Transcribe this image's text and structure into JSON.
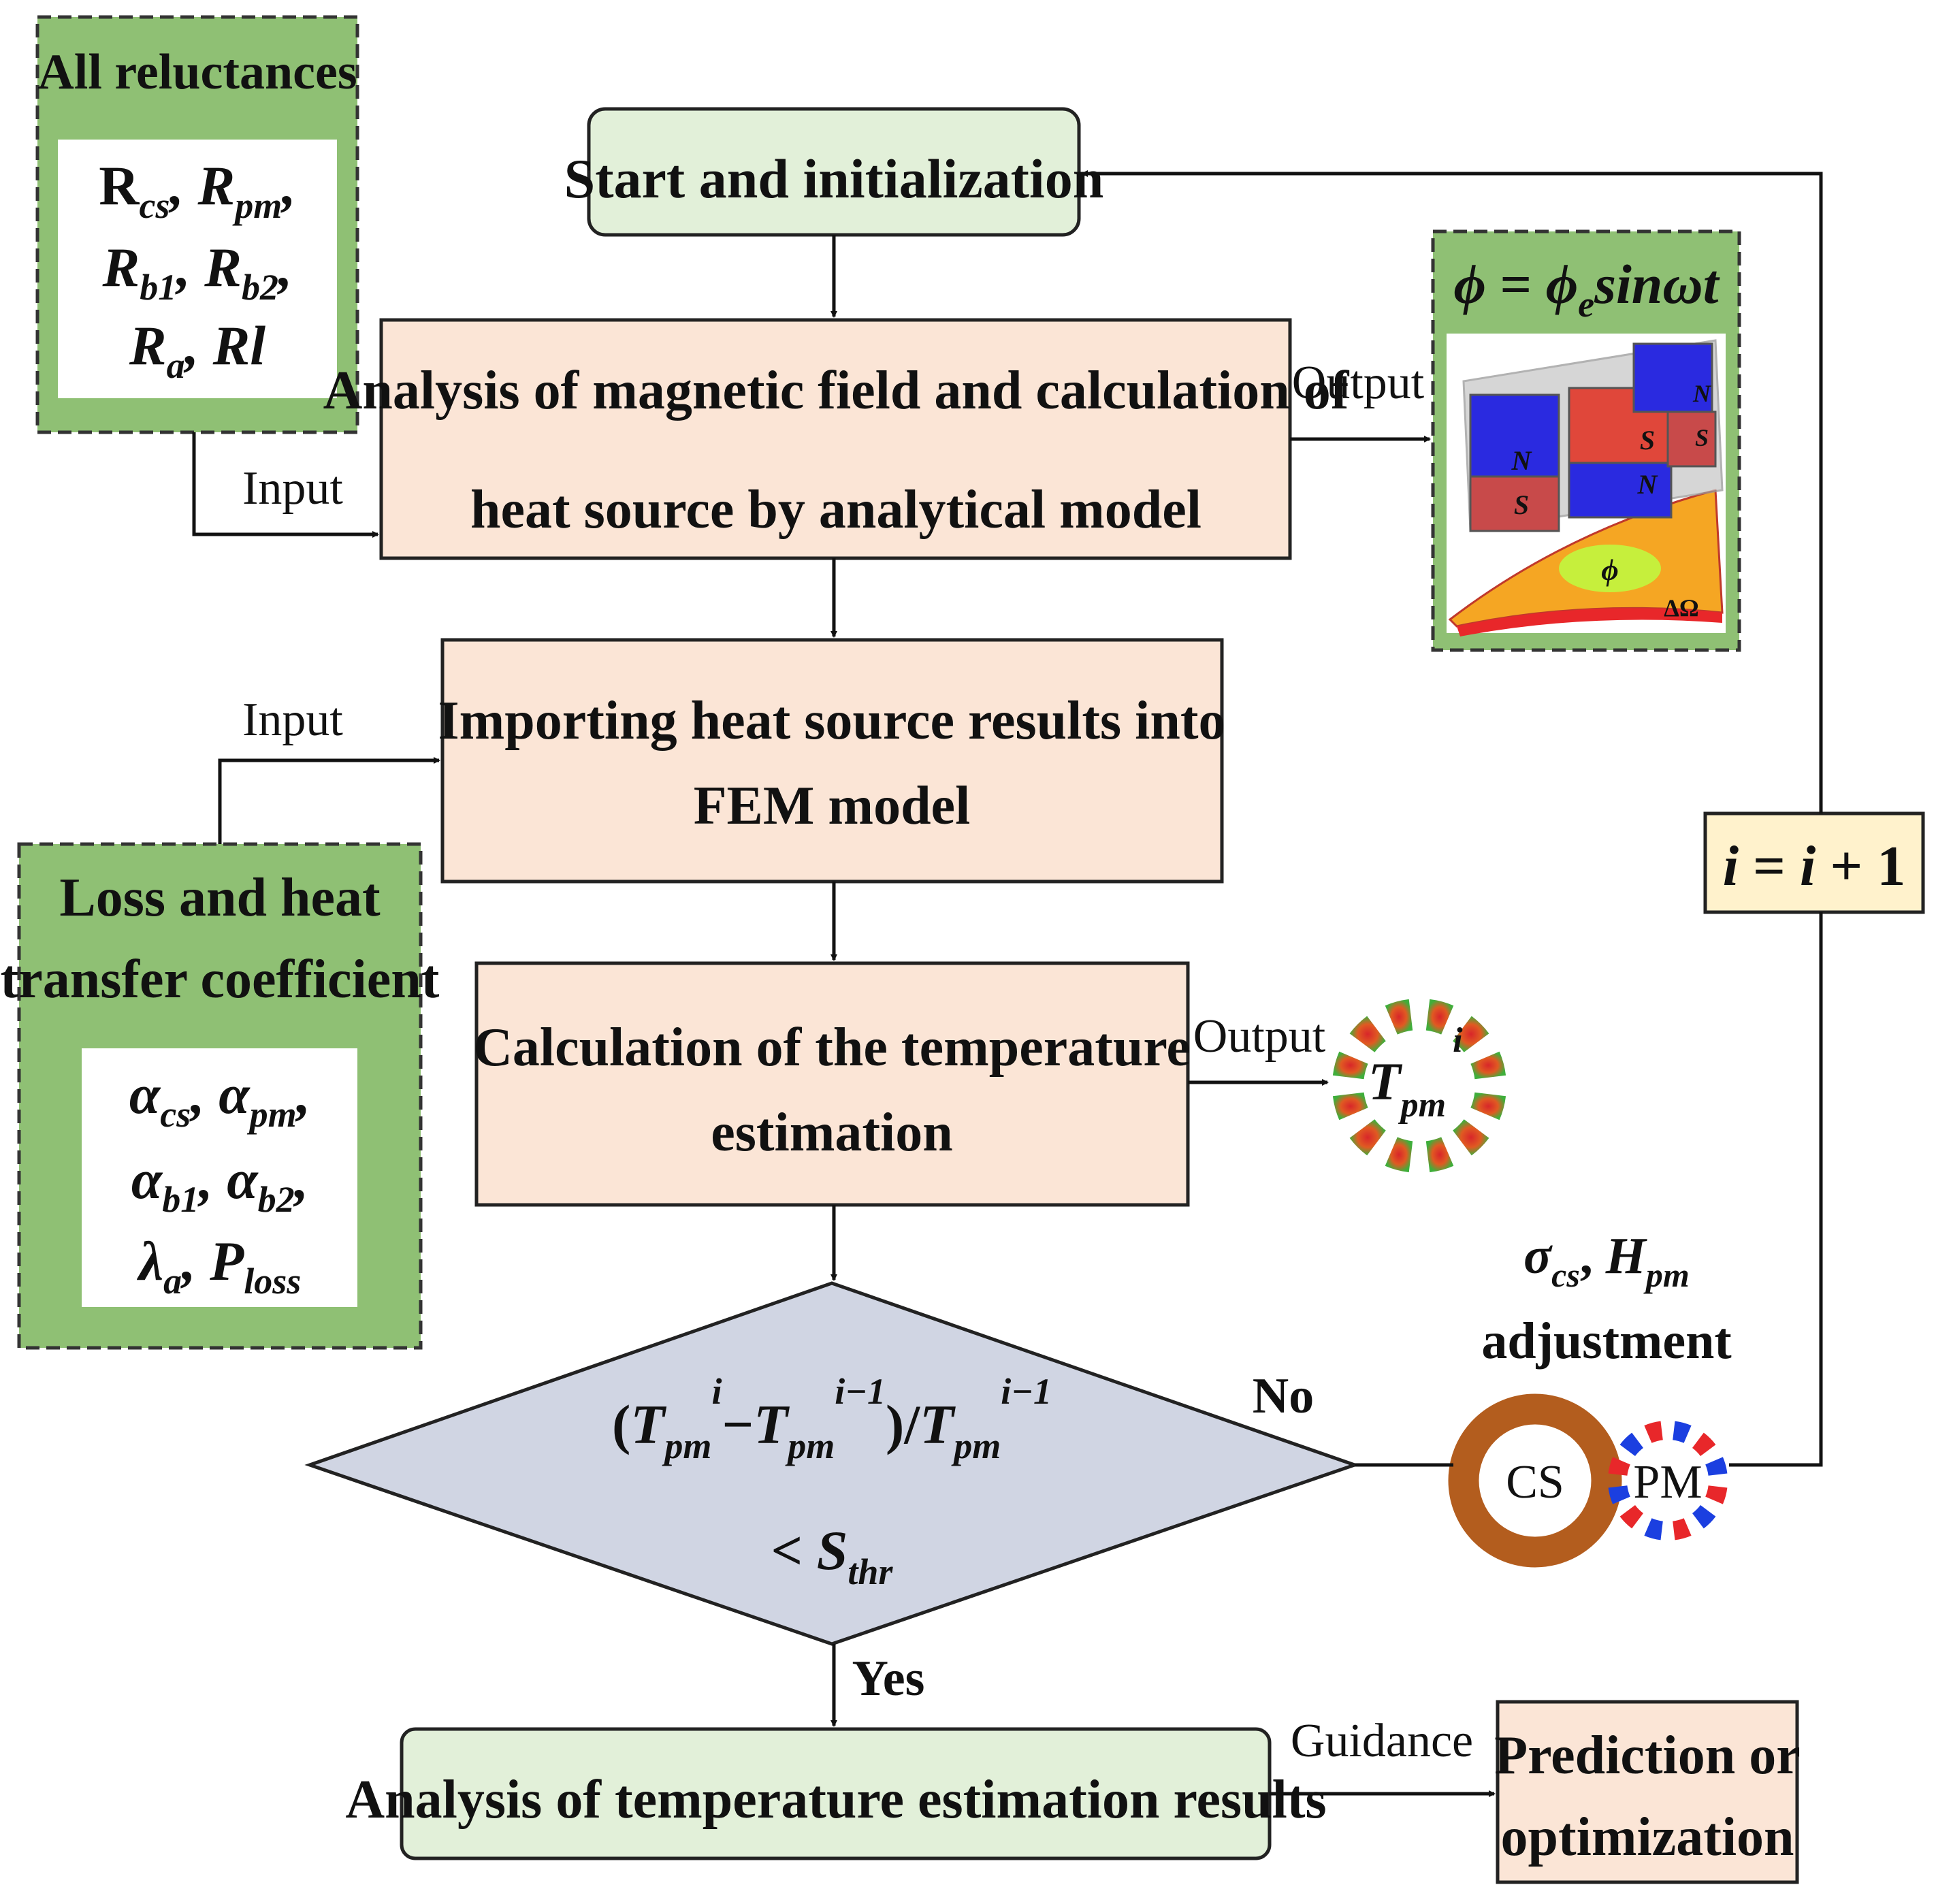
{
  "reluctances": {
    "title": "All reluctances",
    "l1_R": "R",
    "l1_R_sub": "cs",
    "l1_rest": ", ",
    "l1_R2": "R",
    "l1_R2_sub": "pm",
    "l1_end": ",",
    "l2_R": "R",
    "l2_R_sub": "b1",
    "l2_mid": ", ",
    "l2_R2": "R",
    "l2_R2_sub": "b2",
    "l2_end": ",",
    "l3_R": "R",
    "l3_R_sub": "a",
    "l3_mid": ", ",
    "l3_end": "Rl"
  },
  "start_box": "Start and initialization",
  "analysis_box": {
    "line1": "Analysis of magnetic field and calculation of",
    "line2": "heat source by analytical model"
  },
  "importing_box": {
    "line1": "Importing heat source results into",
    "line2": "FEM model"
  },
  "calc_box": {
    "line1": "Calculation of the temperature",
    "line2": "estimation"
  },
  "results_box": "Analysis of temperature estimation results",
  "prediction_box": {
    "line1": "Prediction or",
    "line2": "optimization"
  },
  "loss_box": {
    "title1": "Loss and heat",
    "title2": "transfer coefficient",
    "l1_a": "α",
    "l1_a_sub": "cs",
    "l1_mid": ", ",
    "l1_b": "α",
    "l1_b_sub": "pm",
    "l1_end": ",",
    "l2_a": "α",
    "l2_a_sub": "b1",
    "l2_mid": ", ",
    "l2_b": "α",
    "l2_b_sub": "b2",
    "l2_end": ",",
    "l3_a": "λ",
    "l3_a_sub": "a",
    "l3_mid": ", ",
    "l3_b": "P",
    "l3_b_sub": "loss"
  },
  "flux_box": {
    "eq_phi": "ϕ",
    "eq_eq": " = ",
    "eq_phie": "ϕ",
    "eq_phie_sub": "e",
    "eq_rest": "sinωt",
    "label_N1": "N",
    "label_S1": "S",
    "label_S2": "S",
    "label_N2": "N",
    "label_N3": "N",
    "label_S3": "S",
    "label_phi": "ϕ",
    "label_domega": "ΔΩ"
  },
  "temp_label": {
    "T": "T",
    "sub": "pm",
    "sup": "i"
  },
  "diamond": {
    "l1_open": "(",
    "T1": "T",
    "T1_sub": "pm",
    "T1_sup": "i",
    "minus": "−",
    "T2": "T",
    "T2_sub": "pm",
    "T2_sup": "i−1",
    "close": ")/",
    "T3": "T",
    "T3_sub": "pm",
    "T3_sup": "i−1",
    "l2_lt": "< ",
    "S": "S",
    "S_sub": "thr"
  },
  "labels": {
    "input1": "Input",
    "input2": "Input",
    "output1": "Output",
    "output2": "Output",
    "no": "No",
    "yes": "Yes",
    "guidance": "Guidance"
  },
  "adjust": {
    "sigma": "σ",
    "sigma_sub": "cs",
    "mid": ", ",
    "H": "H",
    "H_sub": "pm",
    "line2": "adjustment",
    "cs": "CS",
    "pm": "PM"
  },
  "increment": {
    "i1": "i",
    "eq": " = ",
    "i2": "i",
    "plus": " + 1"
  },
  "colors": {
    "green_box": "#8fc074",
    "light_green": "#e2f0d9",
    "peach": "#fbe5d6",
    "diamond": "#d0d5e3",
    "cream": "#fff2cc",
    "copper": "#b35d1e",
    "red": "#e8272a",
    "blue": "#1b3fe0"
  }
}
